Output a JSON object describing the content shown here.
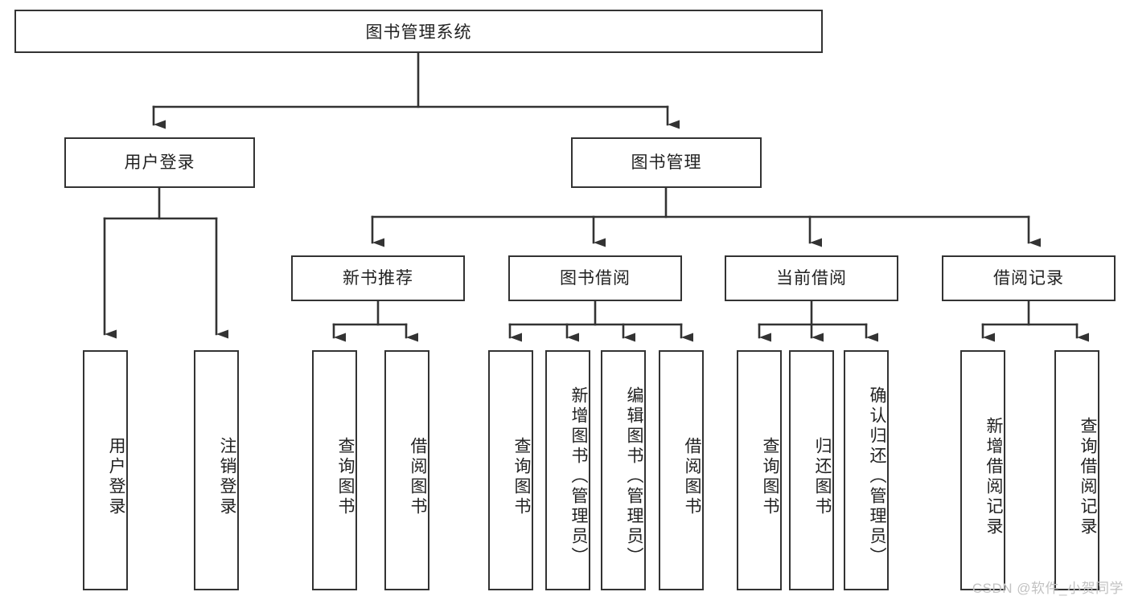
{
  "diagram": {
    "title_text": "图书管理系统",
    "type": "tree-hierarchy",
    "colors": {
      "box_border": "#333333",
      "box_fill": "#ffffff",
      "edge": "#333333",
      "text": "#222222",
      "watermark": "#c2c2c2"
    },
    "root": {
      "label": "图书管理系统"
    },
    "level2": [
      {
        "id": "user-login",
        "label": "用户登录"
      },
      {
        "id": "book-management",
        "label": "图书管理"
      }
    ],
    "level3": [
      {
        "id": "new-book-recommend",
        "label": "新书推荐",
        "parent": "book-management"
      },
      {
        "id": "book-borrow",
        "label": "图书借阅",
        "parent": "book-management"
      },
      {
        "id": "current-borrow",
        "label": "当前借阅",
        "parent": "book-management"
      },
      {
        "id": "borrow-record",
        "label": "借阅记录",
        "parent": "book-management"
      }
    ],
    "leaves": [
      {
        "id": "leaf-user-login",
        "label": "用户登录",
        "parent": "user-login"
      },
      {
        "id": "leaf-logout-login",
        "label": "注销登录",
        "parent": "user-login"
      },
      {
        "id": "leaf-query-book-1",
        "label": "查询图书",
        "parent": "new-book-recommend"
      },
      {
        "id": "leaf-borrow-book-1",
        "label": "借阅图书",
        "parent": "new-book-recommend"
      },
      {
        "id": "leaf-query-book-2",
        "label": "查询图书",
        "parent": "book-borrow"
      },
      {
        "id": "leaf-add-book",
        "label": "新增图书（管理员）",
        "parent": "book-borrow"
      },
      {
        "id": "leaf-edit-book",
        "label": "编辑图书（管理员）",
        "parent": "book-borrow"
      },
      {
        "id": "leaf-borrow-book-2",
        "label": "借阅图书",
        "parent": "book-borrow"
      },
      {
        "id": "leaf-query-book-3",
        "label": "查询图书",
        "parent": "current-borrow"
      },
      {
        "id": "leaf-return-book",
        "label": "归还图书",
        "parent": "current-borrow"
      },
      {
        "id": "leaf-confirm-return",
        "label": "确认归还（管理员）",
        "parent": "current-borrow"
      },
      {
        "id": "leaf-add-borrow-record",
        "label": "新增借阅记录",
        "parent": "borrow-record"
      },
      {
        "id": "leaf-query-borrow-record",
        "label": "查询借阅记录",
        "parent": "borrow-record"
      }
    ],
    "watermark": "CSDN @软件_小贺同学"
  }
}
